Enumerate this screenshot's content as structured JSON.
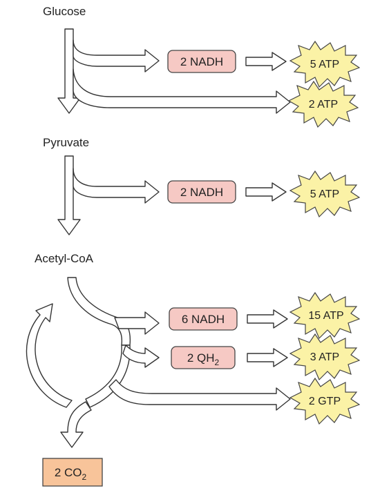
{
  "labels": {
    "glucose": "Glucose",
    "pyruvate": "Pyruvate",
    "acetyl_coa": "Acetyl-CoA"
  },
  "carriers": {
    "glycolysis_nadh": "2 NADH",
    "pyruvate_nadh": "2 NADH",
    "cycle_nadh": "6 NADH",
    "cycle_qh2_main": "2 QH",
    "cycle_qh2_sub": "2",
    "co2_main": "2 CO",
    "co2_sub": "2"
  },
  "yields": {
    "glycolysis_nadh_atp": "5 ATP",
    "glycolysis_direct_atp": "2 ATP",
    "pyruvate_atp": "5 ATP",
    "cycle_nadh_atp": "15 ATP",
    "cycle_qh2_atp": "3 ATP",
    "cycle_gtp": "2 GTP"
  },
  "colors": {
    "carrier_fill": "#f6c9c4",
    "co2_fill": "#f8c49a",
    "starburst_fill": "#fbf2a6"
  }
}
